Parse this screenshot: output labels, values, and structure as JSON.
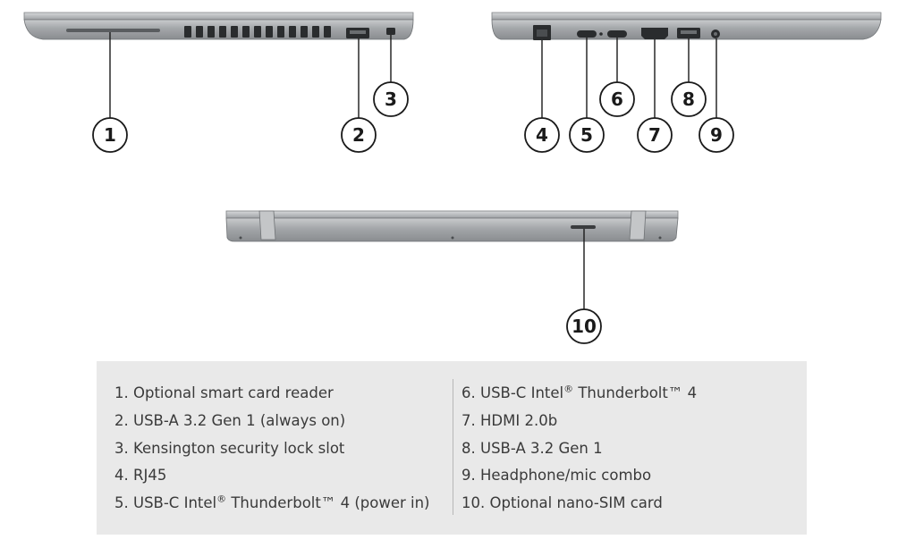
{
  "callouts": [
    "1",
    "2",
    "3",
    "4",
    "5",
    "6",
    "7",
    "8",
    "9",
    "10"
  ],
  "legend": {
    "left": [
      {
        "pre": "1. Optional smart card reader",
        "sup": "",
        "post": ""
      },
      {
        "pre": "2. USB-A 3.2 Gen 1 (always on)",
        "sup": "",
        "post": ""
      },
      {
        "pre": "3. Kensington security lock slot",
        "sup": "",
        "post": ""
      },
      {
        "pre": "4. RJ45",
        "sup": "",
        "post": ""
      },
      {
        "pre": "5. USB-C Intel",
        "sup": "®",
        "post": " Thunderbolt™ 4 (power in)"
      }
    ],
    "right": [
      {
        "pre": "6. USB-C Intel",
        "sup": "®",
        "post": " Thunderbolt™ 4"
      },
      {
        "pre": "7. HDMI 2.0b",
        "sup": "",
        "post": ""
      },
      {
        "pre": "8. USB-A 3.2 Gen 1",
        "sup": "",
        "post": ""
      },
      {
        "pre": "9. Headphone/mic combo",
        "sup": "",
        "post": ""
      },
      {
        "pre": "10. Optional nano-SIM card",
        "sup": "",
        "post": ""
      }
    ]
  },
  "colors": {
    "chassis": "#a9abad",
    "chassis_dark": "#7d8083",
    "line": "#1a1a1a",
    "legend_bg": "#e9e9e9",
    "legend_text": "#3a3a3a"
  }
}
